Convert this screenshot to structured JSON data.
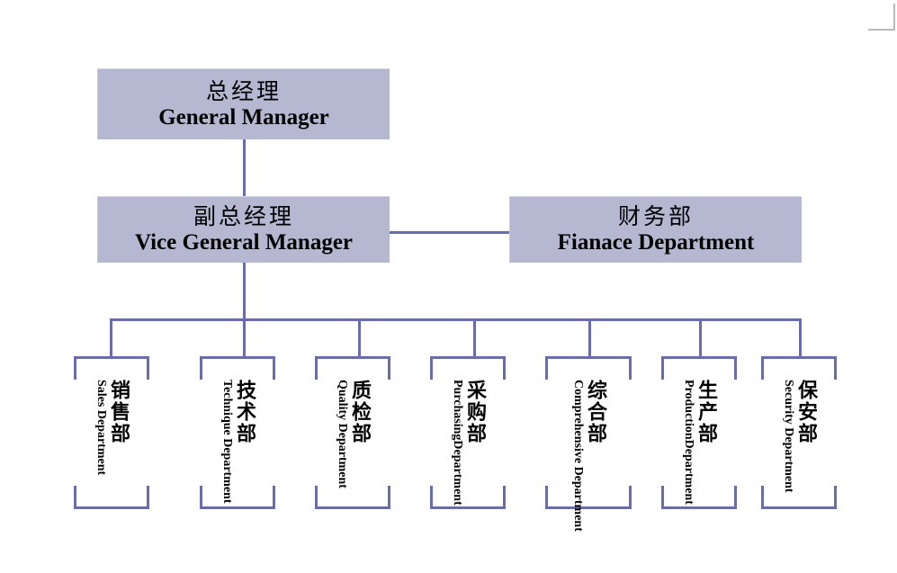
{
  "diagram": {
    "type": "organization-chart",
    "title_cn": "",
    "title_en": "",
    "colors": {
      "box_fill": "#b6b8d2",
      "line": "#6b6cab",
      "text": "#000000",
      "background": "#ffffff",
      "corner_mark": "#b9b9b9"
    }
  },
  "executives": [
    {
      "id": "general-manager",
      "cn": "总经理",
      "en": "General Manager",
      "level": 1
    },
    {
      "id": "vice-general-manager",
      "cn": "副总经理",
      "en": "Vice General Manager",
      "level": 2
    },
    {
      "id": "finance-department",
      "cn": "财务部",
      "en": "Fianace Department",
      "level": 2
    }
  ],
  "departments": [
    {
      "id": "sales-department",
      "cn": "销售部",
      "en": "Sales Department"
    },
    {
      "id": "technique-department",
      "cn": "技术部",
      "en": "Technique Department"
    },
    {
      "id": "quality-department",
      "cn": "质检部",
      "en": "Quality Department"
    },
    {
      "id": "purchasing-department",
      "cn": "采购部",
      "en": "PurchasingDepartment"
    },
    {
      "id": "comprehensive-department",
      "cn": "综合部",
      "en": "Comprehensive Department"
    },
    {
      "id": "production-department",
      "cn": "生产部",
      "en": "ProductionDepartment"
    },
    {
      "id": "security-department",
      "cn": "保安部",
      "en": "Security Department"
    }
  ]
}
